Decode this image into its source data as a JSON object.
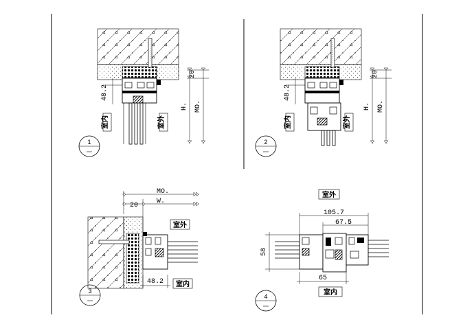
{
  "drawing": {
    "details": [
      {
        "number": "1",
        "dims": {
          "gap": "20",
          "frame": "48.2",
          "height": "H.",
          "mo": "MO."
        },
        "labels": {
          "inside": "室内",
          "outside": "室外"
        }
      },
      {
        "number": "2",
        "dims": {
          "gap": "20",
          "frame": "48.2",
          "height": "H.",
          "mo": "MO."
        },
        "labels": {
          "inside": "室内",
          "outside": "室外"
        }
      },
      {
        "number": "3",
        "dims": {
          "gap": "20",
          "frame": "48.2",
          "width": "W.",
          "mo": "MO."
        },
        "labels": {
          "inside": "室内",
          "outside": "室外"
        }
      },
      {
        "number": "4",
        "dims": {
          "d1": "105.7",
          "d2": "67.5",
          "d3": "58",
          "d4": "65"
        },
        "labels": {
          "inside": "室内",
          "outside": "室外"
        }
      }
    ]
  }
}
